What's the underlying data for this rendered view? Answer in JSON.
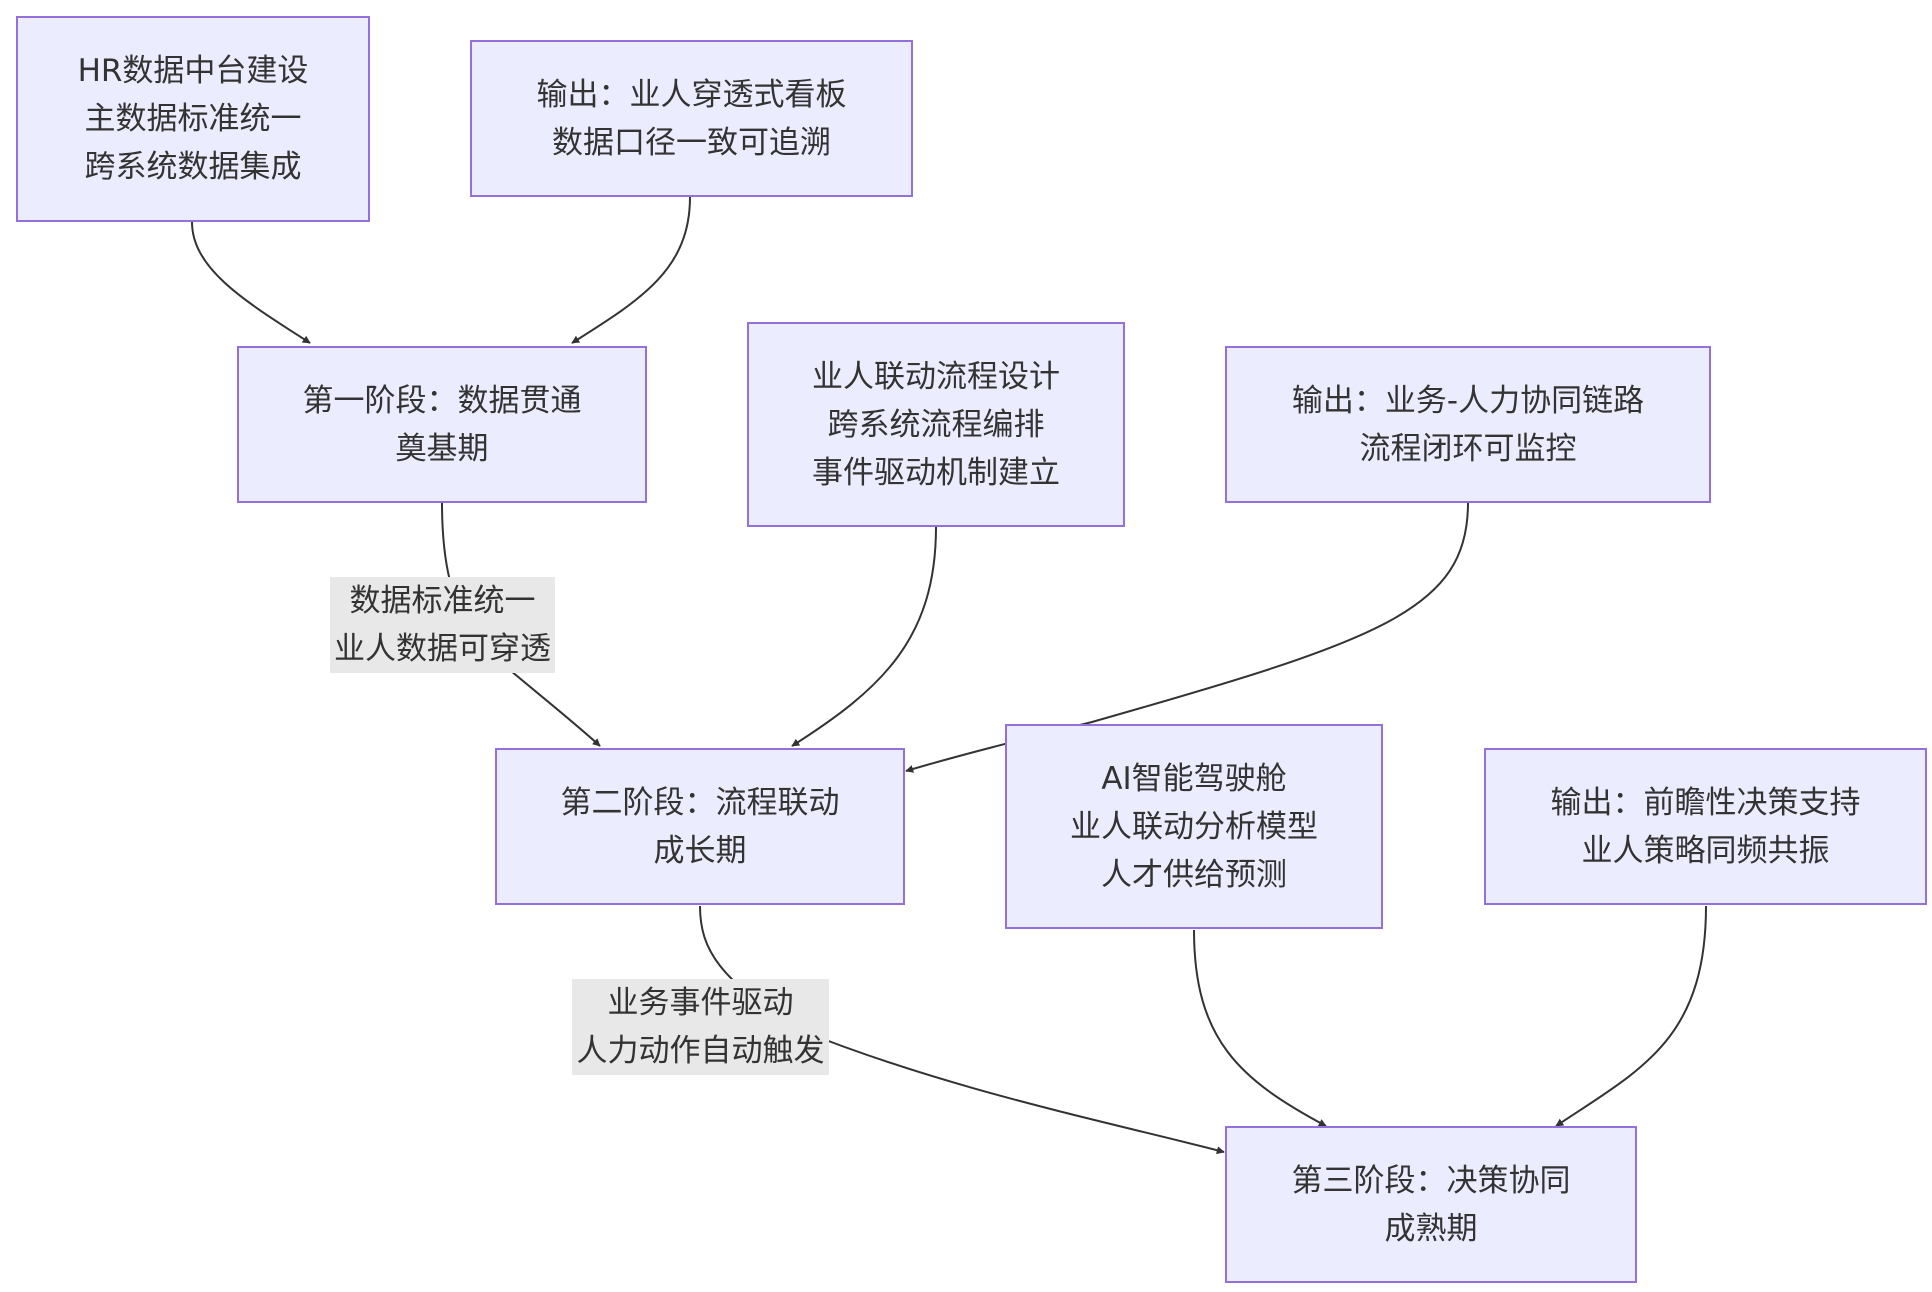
{
  "diagram": {
    "colors": {
      "node_fill": "#ececff",
      "node_border": "#9370db",
      "edge": "#333333",
      "label_bg": "#e8e8e8",
      "text": "#333333"
    },
    "nodes": {
      "hr_data_platform": {
        "lines": [
          "HR数据中台建设",
          "主数据标准统一",
          "跨系统数据集成"
        ]
      },
      "output_dashboard": {
        "lines": [
          "输出：业人穿透式看板",
          "数据口径一致可追溯"
        ]
      },
      "stage1": {
        "lines": [
          "第一阶段：数据贯通",
          "奠基期"
        ]
      },
      "linkage_design": {
        "lines": [
          "业人联动流程设计",
          "跨系统流程编排",
          "事件驱动机制建立"
        ]
      },
      "output_chain": {
        "lines": [
          "输出：业务-人力协同链路",
          "流程闭环可监控"
        ]
      },
      "stage2": {
        "lines": [
          "第二阶段：流程联动",
          "成长期"
        ]
      },
      "ai_cockpit": {
        "lines": [
          "AI智能驾驶舱",
          "业人联动分析模型",
          "人才供给预测"
        ]
      },
      "output_decision": {
        "lines": [
          "输出：前瞻性决策支持",
          "业人策略同频共振"
        ]
      },
      "stage3": {
        "lines": [
          "第三阶段：决策协同",
          "成熟期"
        ]
      }
    },
    "edge_labels": {
      "stage1_to_stage2": {
        "lines": [
          "数据标准统一",
          "业人数据可穿透"
        ]
      },
      "stage2_to_stage3": {
        "lines": [
          "业务事件驱动",
          "人力动作自动触发"
        ]
      }
    },
    "edges": [
      {
        "from": "hr_data_platform",
        "to": "stage1"
      },
      {
        "from": "output_dashboard",
        "to": "stage1"
      },
      {
        "from": "stage1",
        "to": "stage2",
        "label": "stage1_to_stage2"
      },
      {
        "from": "linkage_design",
        "to": "stage2"
      },
      {
        "from": "output_chain",
        "to": "stage2"
      },
      {
        "from": "stage2",
        "to": "stage3",
        "label": "stage2_to_stage3"
      },
      {
        "from": "ai_cockpit",
        "to": "stage3"
      },
      {
        "from": "output_decision",
        "to": "stage3"
      }
    ]
  }
}
